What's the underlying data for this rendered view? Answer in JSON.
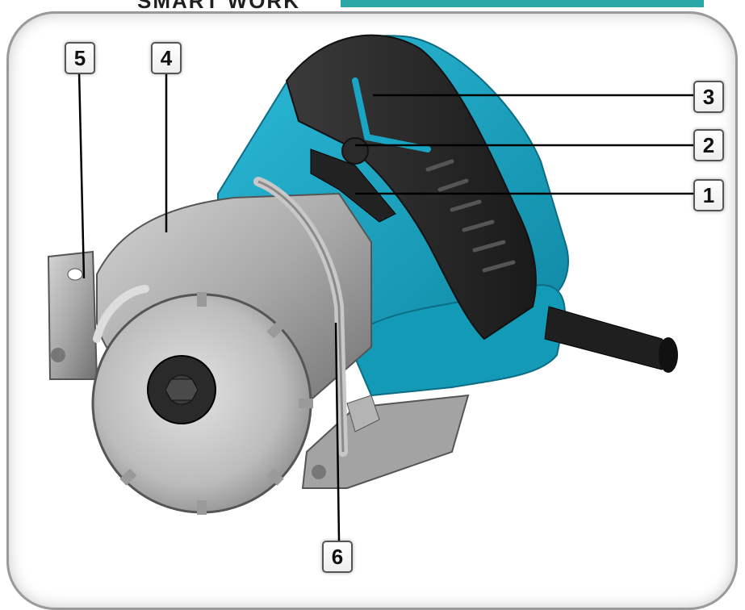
{
  "header": {
    "title": "SMART WORK",
    "accent_color": "#29a7a7"
  },
  "product": {
    "body_color": "#1ba5c4",
    "handle_color": "#2b2b2b",
    "metal_color": "#a7a7a7"
  },
  "callouts": [
    {
      "id": "1",
      "text": "1"
    },
    {
      "id": "2",
      "text": "2"
    },
    {
      "id": "3",
      "text": "3"
    },
    {
      "id": "4",
      "text": "4"
    },
    {
      "id": "5",
      "text": "5"
    },
    {
      "id": "6",
      "text": "6"
    }
  ]
}
